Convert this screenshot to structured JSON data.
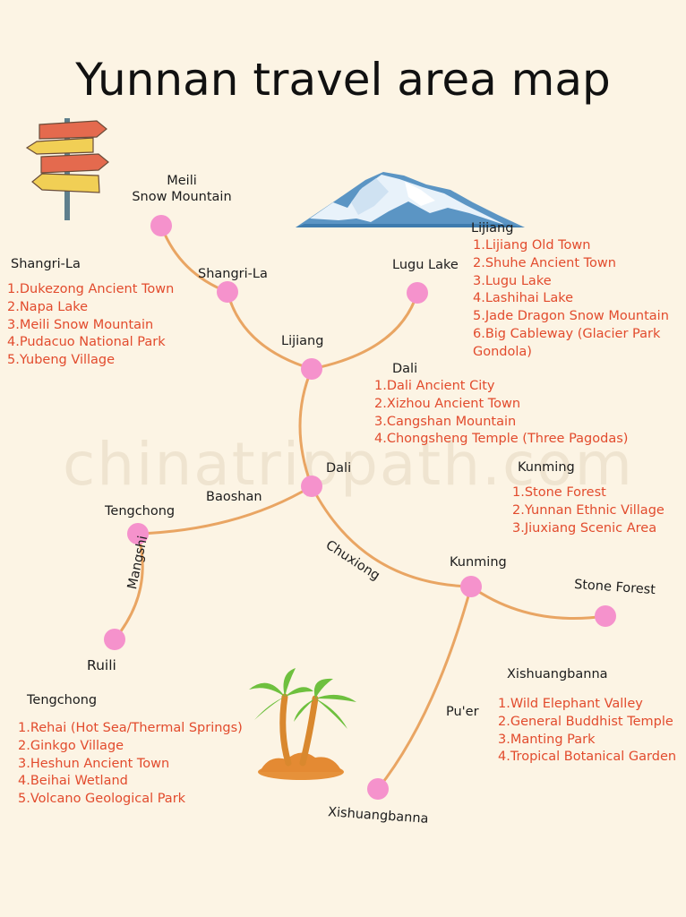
{
  "title": "Yunnan travel area map",
  "watermark": "chinatrippath.com",
  "route_labels": {
    "meili": [
      "Meili",
      "Snow Mountain"
    ],
    "shangrila": "Shangri-La",
    "lugu": "Lugu Lake",
    "lijiang": "Lijiang",
    "dali": "Dali",
    "baoshan": "Baoshan",
    "tengchong": "Tengchong",
    "mangshi": "Mangshi",
    "ruili": "Ruili",
    "chuxiong": "Chuxiong",
    "kunming": "Kunming",
    "stone_forest": "Stone Forest",
    "puer": "Pu'er",
    "xishuangbanna": "Xishuangbanna"
  },
  "sections": {
    "shangrila": {
      "heading": "Shangri-La",
      "items": [
        "1.Dukezong Ancient Town",
        "2.Napa Lake",
        "3.Meili Snow Mountain",
        "4.Pudacuo National Park",
        "5.Yubeng Village"
      ]
    },
    "lijiang": {
      "heading": "Lijiang",
      "items": [
        "1.Lijiang Old Town",
        "2.Shuhe Ancient Town",
        "3.Lugu Lake",
        "4.Lashihai Lake",
        "5.Jade Dragon Snow Mountain",
        "6.Big Cableway (Glacier Park",
        "Gondola)"
      ]
    },
    "dali": {
      "heading": "Dali",
      "items": [
        "1.Dali Ancient City",
        "2.Xizhou Ancient Town",
        "3.Cangshan Mountain",
        "4.Chongsheng Temple (Three Pagodas)"
      ]
    },
    "kunming": {
      "heading": "Kunming",
      "items": [
        "1.Stone Forest",
        "2.Yunnan Ethnic Village",
        "3.Jiuxiang Scenic Area"
      ]
    },
    "tengchong": {
      "heading": "Tengchong",
      "items": [
        "1.Rehai (Hot Sea/Thermal Springs)",
        "2.Ginkgo Village",
        "3.Heshun Ancient Town",
        "4.Beihai Wetland",
        "5.Volcano Geological Park"
      ]
    },
    "xishuangbanna": {
      "heading": "Xishuangbanna",
      "items": [
        "1.Wild Elephant Valley",
        "2.General Buddhist Temple",
        "3.Manting Park",
        "4.Tropical Botanical Garden"
      ]
    }
  },
  "colors": {
    "background": "#fcf4e4",
    "route": "#e9a563",
    "node": "#f592cc",
    "list_text": "#e24b2d"
  },
  "icons": [
    "signpost-icon",
    "snow-mountain-icon",
    "palm-island-icon"
  ]
}
